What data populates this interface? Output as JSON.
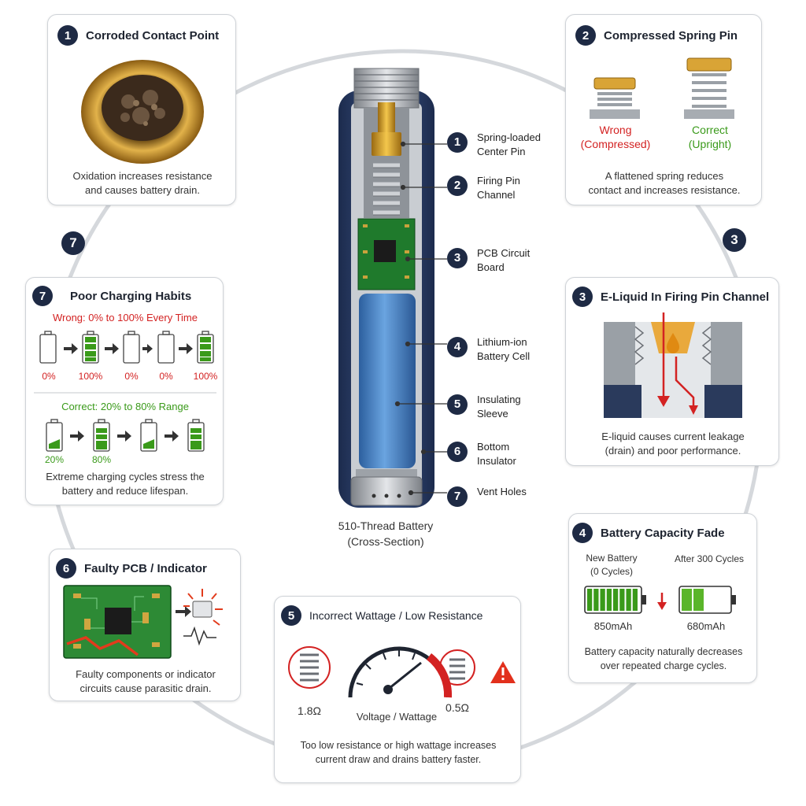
{
  "center": {
    "title_line1": "510-Thread Battery",
    "title_line2": "(Cross-Section)",
    "labels": [
      {
        "num": "1",
        "line1": "Spring-loaded",
        "line2": "Center Pin"
      },
      {
        "num": "2",
        "line1": "Firing Pin",
        "line2": "Channel"
      },
      {
        "num": "3",
        "line1": "PCB Circuit",
        "line2": "Board"
      },
      {
        "num": "4",
        "line1": "Lithium-ion",
        "line2": "Battery Cell"
      },
      {
        "num": "5",
        "line1": "Insulating",
        "line2": "Sleeve"
      },
      {
        "num": "6",
        "line1": "Bottom",
        "line2": "Insulator"
      },
      {
        "num": "7",
        "line1": "Vent Holes",
        "line2": ""
      }
    ]
  },
  "ring_badges": {
    "left": "7",
    "right": "3"
  },
  "cards": {
    "c1": {
      "num": "1",
      "title": "Corroded Contact Point",
      "desc1": "Oxidation increases resistance",
      "desc2": "and causes battery drain."
    },
    "c2": {
      "num": "2",
      "title": "Compressed Spring Pin",
      "wrong1": "Wrong",
      "wrong2": "(Compressed)",
      "correct1": "Correct",
      "correct2": "(Upright)",
      "desc1": "A flattened spring reduces",
      "desc2": "contact and increases resistance."
    },
    "c3": {
      "num": "3",
      "title": "E-Liquid In Firing Pin Channel",
      "desc1": "E-liquid causes current leakage",
      "desc2": "(drain) and poor performance."
    },
    "c4": {
      "num": "4",
      "title": "Battery Capacity Fade",
      "new1": "New Battery",
      "new2": "(0 Cycles)",
      "after": "After 300 Cycles",
      "cap_new": "850mAh",
      "cap_old": "680mAh",
      "level_new": 1.0,
      "level_old": 0.55,
      "desc1": "Battery capacity naturally decreases",
      "desc2": "over repeated charge cycles."
    },
    "c5": {
      "num": "5",
      "title": "Incorrect Wattage / Low Resistance",
      "res_high": "1.8Ω",
      "gauge_label": "Voltage / Wattage",
      "res_low": "0.5Ω",
      "desc1": "Too low resistance or high wattage increases",
      "desc2": "current draw and drains battery faster."
    },
    "c6": {
      "num": "6",
      "title": "Faulty PCB / Indicator",
      "desc1": "Faulty components or indicator",
      "desc2": "circuits cause parasitic drain."
    },
    "c7": {
      "num": "7",
      "title": "Poor Charging Habits",
      "wrong": "Wrong: 0% to 100% Every Time",
      "wrong_levels": [
        "0%",
        "100%",
        "0%",
        "0%",
        "100%"
      ],
      "correct": "Correct: 20% to 80% Range",
      "correct_levels": [
        "20%",
        "80%"
      ],
      "desc1": "Extreme charging cycles stress the",
      "desc2": "battery and reduce lifespan."
    }
  },
  "colors": {
    "navy": "#1e2a44",
    "red": "#d32222",
    "green": "#3a9a1a",
    "brass": "#c9962b",
    "battery_blue": "#3f7fc4"
  }
}
